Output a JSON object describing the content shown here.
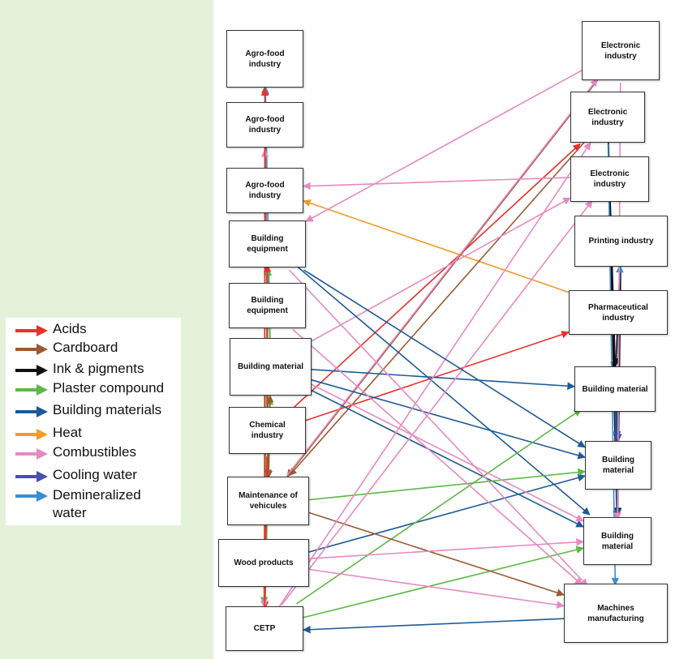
{
  "colors": {
    "acids": "#e8302c",
    "cardboard": "#9a5a32",
    "ink": "#111111",
    "plaster": "#5cb847",
    "building_materials": "#1d5a96",
    "heat": "#f39a2a",
    "combustibles": "#e58ac0",
    "cooling": "#4c4db0",
    "demineralized": "#3a8dd0"
  },
  "legend": [
    {
      "label": "Acids",
      "color": "#e8302c"
    },
    {
      "label": "Cardboard",
      "color": "#9a5a32"
    },
    {
      "label": "Ink & pigments",
      "color": "#111111"
    },
    {
      "label": "Plaster compound",
      "color": "#5cb847"
    },
    {
      "label": "Building materials",
      "color": "#1d5a96"
    },
    {
      "label": "Heat",
      "color": "#f39a2a"
    },
    {
      "label": "Combustibles",
      "color": "#e58ac0"
    },
    {
      "label": "Cooling water",
      "color": "#4c4db0"
    },
    {
      "label": "Demineralized\nwater",
      "color": "#3a8dd0"
    }
  ],
  "nodes": {
    "agro1": "Agro-food\nindustry",
    "agro2": "Agro-food\nindustry",
    "agro3": "Agro-food\nindustry",
    "bequip1": "Building\nequipment",
    "bequip2": "Building\nequipment",
    "bmat_left": "Building material",
    "chem": "Chemical\nindustry",
    "maint": "Maintenance of\nvehicules",
    "wood": "Wood products",
    "cetp": "CETP",
    "elec1": "Electronic\nindustry",
    "elec2": "Electronic\nindustry",
    "elec3": "Electronic\nindustry",
    "print": "Printing industry",
    "pharma": "Pharmaceutical\nindustry",
    "bmat_r1": "Building material",
    "bmat_r2": "Building\nmaterial",
    "bmat_r3": "Building\nmaterial",
    "machines": "Machines\nmanufacturing"
  },
  "edges": [
    {
      "from": "agro1",
      "to": "agro1",
      "type": "acids"
    },
    {
      "from": "maint",
      "to": "agro1",
      "type": "cardboard"
    },
    {
      "from": "bmat_left",
      "to": "agro1",
      "type": "demineralized"
    },
    {
      "from": "agro1",
      "to": "cetp",
      "type": "demineralized"
    },
    {
      "from": "agro3",
      "to": "agro2",
      "type": "combustibles"
    },
    {
      "from": "pharma",
      "to": "agro3",
      "type": "heat"
    },
    {
      "from": "elec2",
      "to": "maint",
      "type": "cardboard"
    },
    {
      "from": "elec1",
      "to": "maint",
      "type": "cardboard"
    },
    {
      "from": "chem",
      "to": "elec2",
      "type": "acids"
    },
    {
      "from": "chem",
      "to": "pharma",
      "type": "acids"
    },
    {
      "from": "bmat_left",
      "to": "elec3",
      "type": "combustibles"
    },
    {
      "from": "maint",
      "to": "elec1",
      "type": "combustibles"
    },
    {
      "from": "elec2",
      "to": "bmat_r2",
      "type": "ink"
    },
    {
      "from": "elec2",
      "to": "bmat_r3",
      "type": "ink"
    },
    {
      "from": "elec3",
      "to": "bmat_r1",
      "type": "ink"
    },
    {
      "from": "print",
      "to": "bmat_r3",
      "type": "ink"
    },
    {
      "from": "print",
      "to": "bmat_r1",
      "type": "ink"
    },
    {
      "from": "bmat_left",
      "to": "bmat_r1",
      "type": "building_materials"
    },
    {
      "from": "bmat_left",
      "to": "bmat_r2",
      "type": "building_materials"
    },
    {
      "from": "bmat_left",
      "to": "bmat_r3",
      "type": "building_materials"
    },
    {
      "from": "bmat_r1",
      "to": "bmat_r2",
      "type": "building_materials"
    },
    {
      "from": "bmat_r2",
      "to": "bmat_r3",
      "type": "building_materials"
    },
    {
      "from": "bmat_r1",
      "to": "bmat_r3",
      "type": "building_materials"
    },
    {
      "from": "wood",
      "to": "bmat_r2",
      "type": "building_materials"
    },
    {
      "from": "machines",
      "to": "cetp",
      "type": "building_materials"
    },
    {
      "from": "bequip1",
      "to": "bmat_r3",
      "type": "building_materials"
    },
    {
      "from": "pharma",
      "to": "print",
      "type": "demineralized"
    },
    {
      "from": "pharma",
      "to": "bmat_r2",
      "type": "cooling"
    },
    {
      "from": "elec2",
      "to": "machines",
      "type": "demineralized"
    },
    {
      "from": "maint",
      "to": "bmat_r2",
      "type": "plaster"
    },
    {
      "from": "cetp",
      "to": "bmat_r1",
      "type": "plaster"
    },
    {
      "from": "cetp",
      "to": "bmat_r3",
      "type": "plaster"
    },
    {
      "from": "cetp",
      "to": "bequip1",
      "type": "plaster"
    },
    {
      "from": "bmat_left",
      "to": "bequip1",
      "type": "plaster"
    },
    {
      "from": "cetp",
      "to": "bmat_left",
      "type": "plaster"
    },
    {
      "from": "wood",
      "to": "cetp",
      "type": "plaster"
    },
    {
      "from": "maint",
      "to": "machines",
      "type": "cardboard"
    },
    {
      "from": "bequip2",
      "to": "maint",
      "type": "cardboard"
    },
    {
      "from": "bmat_left",
      "to": "maint",
      "type": "cardboard"
    },
    {
      "from": "chem",
      "to": "cetp",
      "type": "acids"
    },
    {
      "from": "chem",
      "to": "bequip1",
      "type": "acids"
    },
    {
      "from": "wood",
      "to": "bmat_r3",
      "type": "combustibles"
    },
    {
      "from": "wood",
      "to": "machines",
      "type": "combustibles"
    },
    {
      "from": "bequip2",
      "to": "machines",
      "type": "combustibles"
    },
    {
      "from": "bequip1",
      "to": "machines",
      "type": "combustibles"
    },
    {
      "from": "bmat_left",
      "to": "bmat_r3",
      "type": "combustibles"
    },
    {
      "from": "cetp",
      "to": "elec3",
      "type": "combustibles"
    },
    {
      "from": "cetp",
      "to": "elec2",
      "type": "combustibles"
    },
    {
      "from": "wood",
      "to": "cetp",
      "type": "combustibles"
    },
    {
      "from": "elec1",
      "to": "bmat_r3",
      "type": "combustibles"
    },
    {
      "from": "elec3",
      "to": "agro3",
      "type": "combustibles"
    },
    {
      "from": "elec1",
      "to": "bequip1",
      "type": "combustibles"
    },
    {
      "from": "maint",
      "to": "bmat_left",
      "type": "cardboard"
    },
    {
      "from": "cetp",
      "to": "agro1",
      "type": "acids"
    },
    {
      "from": "bequip1",
      "to": "bmat_r2",
      "type": "building_materials"
    }
  ]
}
